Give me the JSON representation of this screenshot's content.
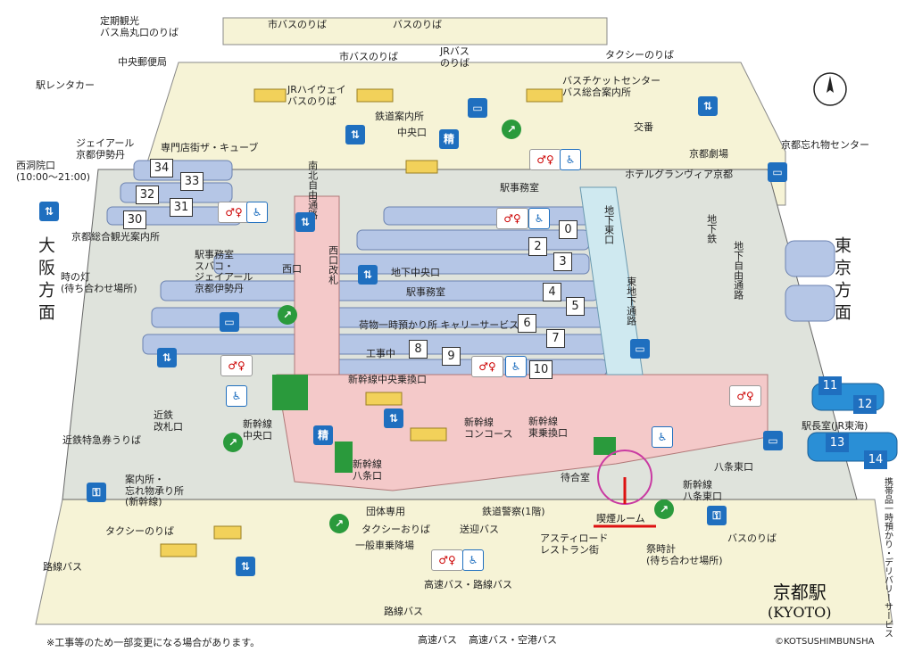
{
  "map": {
    "station_name": "京都駅",
    "station_name_en": "(KYOTO)",
    "note": "※工事等のため一部変更になる場合があります。",
    "credit": "©KOTSUSHIMBUNSHA",
    "direction_west": "大阪方面",
    "direction_east": "東京方面",
    "labels": {
      "tour_bus": "定期観光\nバス烏丸口のりば",
      "city_bus_1": "市バスのりば",
      "bus_stop_1": "バスのりば",
      "city_bus_2": "市バスのりば",
      "jr_bus": "JRバス\nのりば",
      "taxi_top": "タクシーのりば",
      "post_office": "中央郵便局",
      "rental_car": "駅レンタカー",
      "jr_highway_bus": "JRハイウェイ\nバスのりば",
      "info_center": "鉄道案内所",
      "central_exit": "中央口",
      "bus_ticket_center": "バスチケットセンター\nバス総合案内所",
      "koban": "交番",
      "cube": "専門店街ザ・キューブ",
      "isetan": "ジェイアール\n京都伊勢丹",
      "nishi_dori": "西洞院口\n(10:00〜21:00)",
      "kyoto_theater": "京都劇場",
      "hotel": "ホテルグランヴィア京都",
      "lost_found": "京都忘れ物センター",
      "station_office": "駅事務室",
      "tourist_info": "京都総合観光案内所",
      "south_north_passage": "南北自由通路",
      "west_exit": "西口",
      "west_passage": "西口改札",
      "toki_no_hi": "時の灯\n(待ち合わせ場所)",
      "suvaco": "駅事務室\nスバコ・\nジェイアール\n京都伊勢丹",
      "underground_central": "地下中央口",
      "station_office_2": "駅事務室",
      "underground_east": "地下東口",
      "east_underground_passage": "東地下通路",
      "underground_railway": "地下鉄",
      "underground_free_passage": "地下自由通路",
      "luggage": "荷物一時預かり所 キャリーサービス",
      "construction": "工事中",
      "shinkansen_central_transfer": "新幹線中央乗換口",
      "shinkansen_concourse": "新幹線\nコンコース",
      "shinkansen_east_transfer": "新幹線\n東乗換口",
      "kintetsu_exit": "近鉄\n改札口",
      "kintetsu_tickets": "近鉄特急券うりば",
      "shinkansen_central": "新幹線\n中央口",
      "shinkansen_hachijo": "新幹線\n八条口",
      "info_lost": "案内所・\n忘れ物承り所\n(新幹線)",
      "waiting_room": "待合室",
      "smoking_room": "喫煙ルーム",
      "hachijo_east": "八条東口",
      "shinkansen_hachijo_east": "新幹線\n八条東口",
      "station_master": "駅長室(JR東海)",
      "delivery": "携帯品一時預かり・デリバリーサービス",
      "group_only": "団体専用",
      "taxi_dropoff": "タクシーおりば",
      "pickup_bus": "送迎バス",
      "police": "鉄道警察(1階)",
      "general_car": "一般車乗降場",
      "asty_road": "アスティロード\nレストラン街",
      "festival_clock": "祭時計\n(待ち合わせ場所)",
      "bus_stop_2": "バスのりば",
      "taxi_bottom": "タクシーのりば",
      "route_bus_1": "路線バス",
      "highway_bus_1": "高速バス・路線バス",
      "route_bus_2": "路線バス",
      "highway_bus_2": "高速バス",
      "highway_airport_bus": "高速バス・空港バス"
    },
    "platforms": [
      "0",
      "2",
      "3",
      "4",
      "5",
      "6",
      "7",
      "8",
      "9",
      "10",
      "11",
      "12",
      "13",
      "14",
      "30",
      "31",
      "32",
      "33",
      "34"
    ]
  }
}
